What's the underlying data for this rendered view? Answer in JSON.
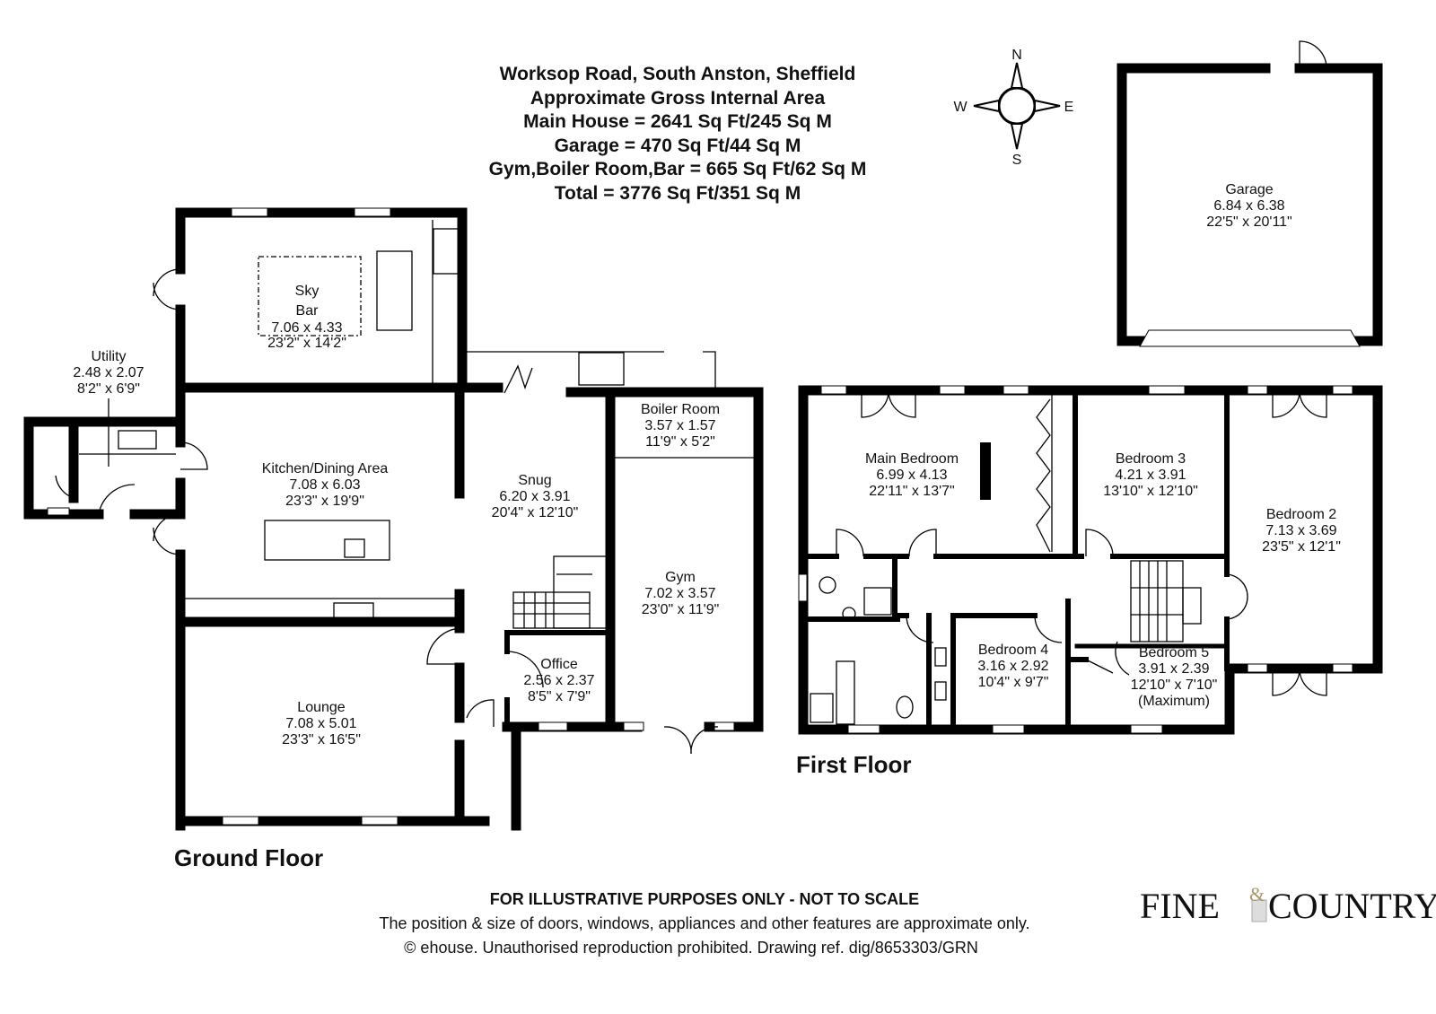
{
  "header": {
    "address": "Worksop Road, South Anston, Sheffield",
    "subtitle": "Approximate Gross Internal Area",
    "main_house": "Main House = 2641 Sq Ft/245 Sq M",
    "garage": "Garage = 470 Sq Ft/44 Sq M",
    "gym_boiler_bar": "Gym,Boiler Room,Bar = 665 Sq Ft/62 Sq M",
    "total": "Total = 3776 Sq Ft/351 Sq M"
  },
  "compass": {
    "n": "N",
    "s": "S",
    "e": "E",
    "w": "W"
  },
  "floors": {
    "ground": "Ground Floor",
    "first": "First Floor"
  },
  "ground_rooms": {
    "sky_bar": {
      "name1": "Sky",
      "name2": "Bar",
      "metric": "7.06 x 4.33",
      "imperial": "23'2\" x 14'2\""
    },
    "utility": {
      "name": "Utility",
      "metric": "2.48 x 2.07",
      "imperial": "8'2\" x 6'9\""
    },
    "kitchen": {
      "name": "Kitchen/Dining Area",
      "metric": "7.08 x 6.03",
      "imperial": "23'3\" x 19'9\""
    },
    "snug": {
      "name": "Snug",
      "metric": "6.20 x 3.91",
      "imperial": "20'4\" x 12'10\""
    },
    "boiler": {
      "name": "Boiler Room",
      "metric": "3.57 x 1.57",
      "imperial": "11'9\" x 5'2\""
    },
    "gym": {
      "name": "Gym",
      "metric": "7.02 x 3.57",
      "imperial": "23'0\" x 11'9\""
    },
    "office": {
      "name": "Office",
      "metric": "2.56 x 2.37",
      "imperial": "8'5\" x 7'9\""
    },
    "lounge": {
      "name": "Lounge",
      "metric": "7.08 x 5.01",
      "imperial": "23'3\" x 16'5\""
    }
  },
  "garage": {
    "name": "Garage",
    "metric": "6.84 x 6.38",
    "imperial": "22'5\" x 20'11\""
  },
  "first_rooms": {
    "main_bedroom": {
      "name": "Main Bedroom",
      "metric": "6.99 x 4.13",
      "imperial": "22'11\" x 13'7\""
    },
    "bedroom3": {
      "name": "Bedroom 3",
      "metric": "4.21 x 3.91",
      "imperial": "13'10\" x 12'10\""
    },
    "bedroom2": {
      "name": "Bedroom 2",
      "metric": "7.13 x 3.69",
      "imperial": "23'5\" x 12'1\""
    },
    "bedroom4": {
      "name": "Bedroom 4",
      "metric": "3.16 x 2.92",
      "imperial": "10'4\" x 9'7\""
    },
    "bedroom5": {
      "name": "Bedroom 5",
      "metric": "3.91 x 2.39",
      "imperial": "12'10\" x 7'10\"",
      "note": "(Maximum)"
    }
  },
  "footer": {
    "disclaimer": "FOR ILLUSTRATIVE PURPOSES ONLY - NOT TO SCALE",
    "note": "The position & size of doors, windows, appliances and other features are approximate only.",
    "copyright": "© ehouse. Unauthorised reproduction prohibited. Drawing ref. dig/8653303/GRN"
  },
  "logo": {
    "text1": "FINE",
    "amp": "&",
    "text2": "COUNTRY"
  }
}
